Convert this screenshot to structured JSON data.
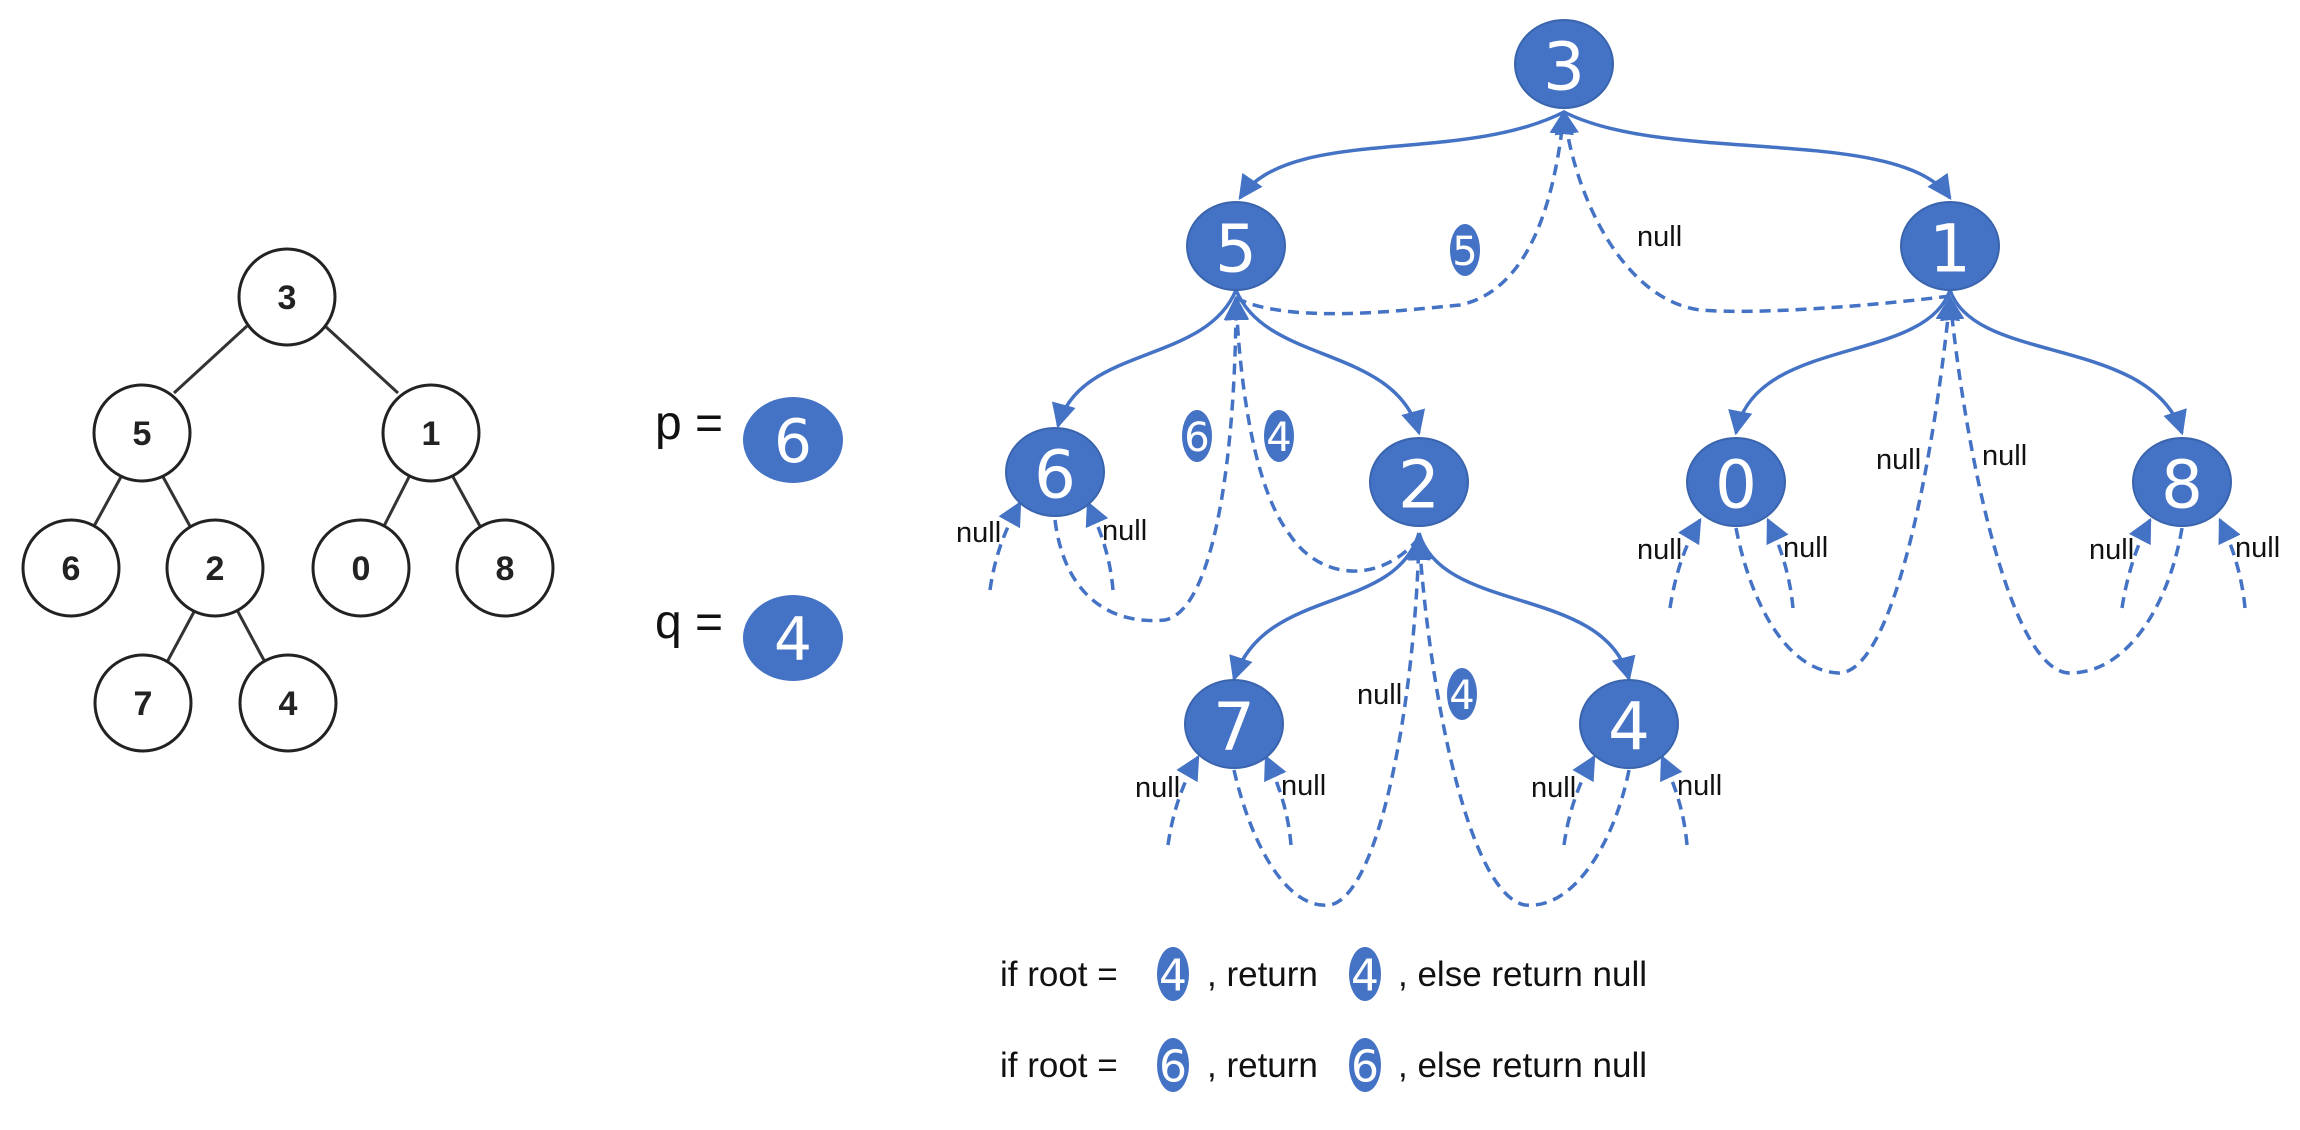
{
  "plain_tree": {
    "nodes": [
      {
        "id": "3",
        "label": "3"
      },
      {
        "id": "5",
        "label": "5"
      },
      {
        "id": "1",
        "label": "1"
      },
      {
        "id": "6",
        "label": "6"
      },
      {
        "id": "2",
        "label": "2"
      },
      {
        "id": "0",
        "label": "0"
      },
      {
        "id": "8",
        "label": "8"
      },
      {
        "id": "7",
        "label": "7"
      },
      {
        "id": "4",
        "label": "4"
      }
    ],
    "edges": [
      [
        "3",
        "5"
      ],
      [
        "3",
        "1"
      ],
      [
        "5",
        "6"
      ],
      [
        "5",
        "2"
      ],
      [
        "1",
        "0"
      ],
      [
        "1",
        "8"
      ],
      [
        "2",
        "7"
      ],
      [
        "2",
        "4"
      ]
    ]
  },
  "params": {
    "p_label": "p =",
    "p_value": "6",
    "q_label": "q =",
    "q_value": "4"
  },
  "recursion_tree": {
    "nodes": [
      {
        "id": "3",
        "label": "3"
      },
      {
        "id": "5",
        "label": "5"
      },
      {
        "id": "1",
        "label": "1"
      },
      {
        "id": "6",
        "label": "6"
      },
      {
        "id": "2",
        "label": "2"
      },
      {
        "id": "0",
        "label": "0"
      },
      {
        "id": "8",
        "label": "8"
      },
      {
        "id": "7",
        "label": "7"
      },
      {
        "id": "4",
        "label": "4"
      }
    ],
    "return_labels": [
      {
        "id": "ret-5-to-3",
        "text": "5",
        "style": "badge"
      },
      {
        "id": "ret-1-to-3",
        "text": "null",
        "style": "text"
      },
      {
        "id": "ret-6-to-5",
        "text": "6",
        "style": "badge"
      },
      {
        "id": "ret-2-to-5",
        "text": "4",
        "style": "badge"
      },
      {
        "id": "ret-0-to-1",
        "text": "null",
        "style": "text"
      },
      {
        "id": "ret-8-to-1",
        "text": "null",
        "style": "text"
      },
      {
        "id": "ret-7-to-2",
        "text": "null",
        "style": "text"
      },
      {
        "id": "ret-4-to-2",
        "text": "4",
        "style": "badge"
      },
      {
        "id": "leaf-6-l",
        "text": "null",
        "style": "text"
      },
      {
        "id": "leaf-6-r",
        "text": "null",
        "style": "text"
      },
      {
        "id": "leaf-0-l",
        "text": "null",
        "style": "text"
      },
      {
        "id": "leaf-0-r",
        "text": "null",
        "style": "text"
      },
      {
        "id": "leaf-8-l",
        "text": "null",
        "style": "text"
      },
      {
        "id": "leaf-8-r",
        "text": "null",
        "style": "text"
      },
      {
        "id": "leaf-7-l",
        "text": "null",
        "style": "text"
      },
      {
        "id": "leaf-7-r",
        "text": "null",
        "style": "text"
      },
      {
        "id": "leaf-4-l",
        "text": "null",
        "style": "text"
      },
      {
        "id": "leaf-4-r",
        "text": "null",
        "style": "text"
      }
    ]
  },
  "rules": [
    {
      "prefix": "if root =",
      "node": "4",
      "middle": ", return",
      "ret": "4",
      "suffix": ", else return null"
    },
    {
      "prefix": "if root =",
      "node": "6",
      "middle": ", return",
      "ret": "6",
      "suffix": ", else return null"
    }
  ],
  "colors": {
    "accent": "#4472C4",
    "text": "#111111",
    "plain_stroke": "#222222"
  }
}
